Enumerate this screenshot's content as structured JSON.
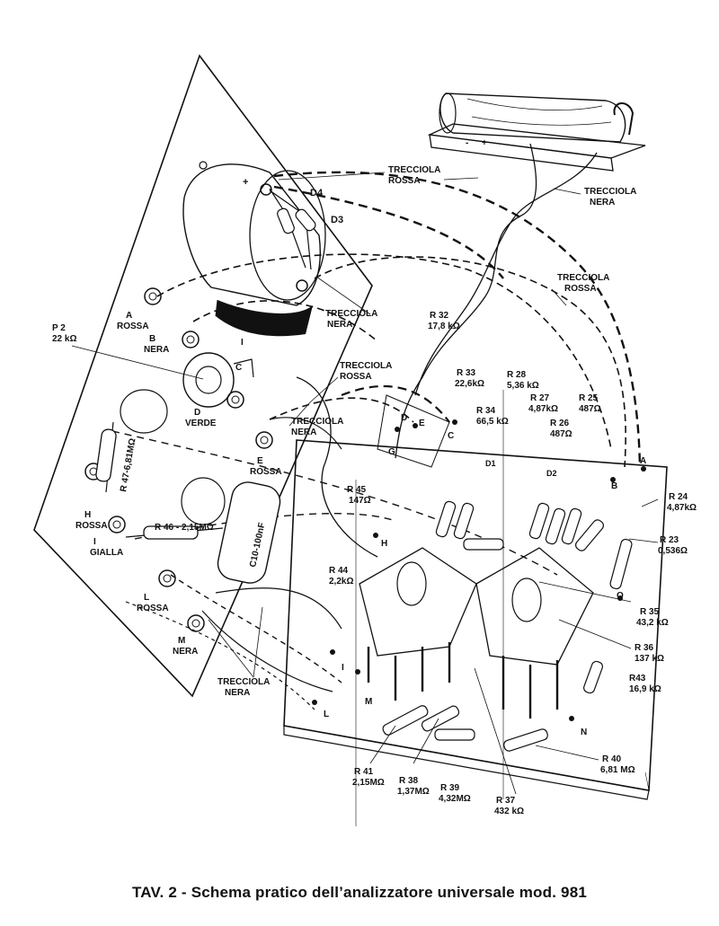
{
  "caption": "TAV. 2 - Schema pratico dell’analizzatore universale mod. 981",
  "labels": {
    "plus": "+",
    "minus": "-",
    "d4": "D4",
    "d3": "D3",
    "trecciola": "TRECCIOLA",
    "rossa": "ROSSA",
    "nera": "NERA",
    "a": "A",
    "b": "B",
    "c": "C",
    "d": "D",
    "e": "E",
    "g": "G",
    "h": "H",
    "i": "I",
    "l": "L",
    "m": "M",
    "n": "N",
    "o": "O",
    "verde": "VERDE",
    "gialla": "GIALLA",
    "p2": "P 2",
    "p2_val": "22 kΩ",
    "r47": "R 47-6,81MΩ",
    "r46": "R 46 - 2,15MΩ",
    "c10": "C10-100nF",
    "r45": "R 45",
    "r45_val": "147Ω",
    "r44": "R 44",
    "r44_val": "2,2kΩ",
    "r32": "R 32",
    "r32_val": "17,8 kΩ",
    "r33": "R 33",
    "r33_val": "22,6kΩ",
    "r34": "R 34",
    "r34_val": "66,5 kΩ",
    "r28": "R 28",
    "r28_val": "5,36 kΩ",
    "r27": "R 27",
    "r27_val": "4,87kΩ",
    "r26": "R 26",
    "r26_val": "487Ω",
    "r25": "R 25",
    "r25_val": "487Ω",
    "r24": "R 24",
    "r24_val": "4,87kΩ",
    "r23": "R 23",
    "r23_val": "0,536Ω",
    "r35": "R 35",
    "r35_val": "43,2 kΩ",
    "r36": "R 36",
    "r36_val": "137 kΩ",
    "r43": "R43",
    "r43_val": "16,9 kΩ",
    "r40": "R 40",
    "r40_val": "6,81 MΩ",
    "r41": "R 41",
    "r41_val": "2,15MΩ",
    "r38": "R 38",
    "r38_val": "1,37MΩ",
    "r39": "R 39",
    "r39_val": "4,32MΩ",
    "r37": "R 37",
    "r37_val": "432 kΩ",
    "d1": "D1",
    "d2": "D2"
  }
}
